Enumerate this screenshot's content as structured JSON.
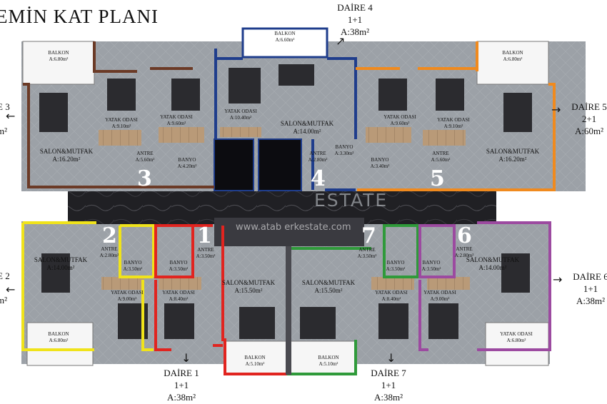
{
  "title": "EMİN KAT PLANI",
  "watermark": {
    "brand": "ESTATE",
    "url": "www.atab erkestate.com"
  },
  "colors": {
    "daire1": "#e1241f",
    "daire2": "#f0e31a",
    "daire3": "#6b3a26",
    "daire4": "#1f3d8c",
    "daire5": "#f08a1e",
    "daire6": "#9c4aa0",
    "daire7": "#2f9a3a",
    "corridor": "#1e1e22",
    "floor": "#9aa0a6"
  },
  "callouts": {
    "daire4": {
      "name": "DAİRE 4",
      "type": "1+1",
      "area": "A:38m²"
    },
    "daire5": {
      "name": "DAİRE 5",
      "type": "2+1",
      "area": "A:60m²"
    },
    "daire3": {
      "name": "E 3",
      "area": "m²"
    },
    "daire2": {
      "name": "E 2",
      "area": "m²"
    },
    "daire6": {
      "name": "DAİRE 6",
      "type": "1+1",
      "area": "A:38m²"
    },
    "daire1": {
      "name": "DAİRE 1",
      "type": "1+1",
      "area": "A:38m²"
    },
    "daire7": {
      "name": "DAİRE 7",
      "type": "1+1",
      "area": "A:38m²"
    }
  },
  "unit_numbers": {
    "u1": "1",
    "u2": "2",
    "u3": "3",
    "u4": "4",
    "u5": "5",
    "u6": "6",
    "u7": "7"
  },
  "rooms": {
    "d4_balkon": {
      "name": "BALKON",
      "area": "A:6.60m²"
    },
    "d3_balkon": {
      "name": "BALKON",
      "area": "A:6.80m²"
    },
    "d5_balkon": {
      "name": "BALKON",
      "area": "A:6.80m²"
    },
    "d3_yatak1": {
      "name": "YATAK ODASI",
      "area": "A:9.10m²"
    },
    "d3_yatak2": {
      "name": "YATAK ODASI",
      "area": "A:9.60m²"
    },
    "d4_yatak": {
      "name": "YATAK ODASI",
      "area": "A:10.40m²"
    },
    "d4_salon": {
      "name": "SALON&MUTFAK",
      "area": "A:14.00m²"
    },
    "d5_yatak1": {
      "name": "YATAK ODASI",
      "area": "A:9.60m²"
    },
    "d5_yatak2": {
      "name": "YATAK ODASI",
      "area": "A:9.10m²"
    },
    "d3_salon": {
      "name": "SALON&MUTFAK",
      "area": "A:16.20m²"
    },
    "d3_antre": {
      "name": "ANTRE",
      "area": "A:5.60m²"
    },
    "d3_banyo": {
      "name": "BANYO",
      "area": "A:4.20m²"
    },
    "d4_antre": {
      "name": "ANTRE",
      "area": "A:2.80m²"
    },
    "d4_banyo": {
      "name": "BANYO",
      "area": "A:3.30m²"
    },
    "d5_banyo": {
      "name": "BANYO",
      "area": "A:3.40m²"
    },
    "d5_antre": {
      "name": "ANTRE",
      "area": "A:5.60m²"
    },
    "d5_salon": {
      "name": "SALON&MUTFAK",
      "area": "A:16.20m²"
    },
    "d2_antre": {
      "name": "ANTRE",
      "area": "A:2.80m²"
    },
    "d2_salon": {
      "name": "SALON&MUTFAK",
      "area": "A:14.00m²"
    },
    "d2_banyo": {
      "name": "BANYO",
      "area": "A:3.50m²"
    },
    "d1_banyo": {
      "name": "BANYO",
      "area": "A:3.50m²"
    },
    "d1_antre": {
      "name": "ANTRE",
      "area": "A:3.50m²"
    },
    "d1_salon": {
      "name": "SALON&MUTFAK",
      "area": "A:15.50m²"
    },
    "d7_salon": {
      "name": "SALON&MUTFAK",
      "area": "A:15.50m²"
    },
    "d7_antre": {
      "name": "ANTRE",
      "area": "A:3.50m²"
    },
    "d7_banyo": {
      "name": "BANYO",
      "area": "A:3.50m²"
    },
    "d6_banyo": {
      "name": "BANYO",
      "area": "A:3.50m²"
    },
    "d6_antre": {
      "name": "ANTRE",
      "area": "A:2.80m²"
    },
    "d6_salon": {
      "name": "SALON&MUTFAK",
      "area": "A:14.00m²"
    },
    "d2_yatak": {
      "name": "YATAK ODASI",
      "area": "A:9.00m²"
    },
    "d1_yatak": {
      "name": "YATAK ODASI",
      "area": "A:8.40m²"
    },
    "d7_yatak": {
      "name": "YATAK ODASI",
      "area": "A:8.40m²"
    },
    "d6_yatak": {
      "name": "YATAK ODASI",
      "area": "A:9.00m²"
    },
    "d2_balkon": {
      "name": "BALKON",
      "area": "A:6.80m²"
    },
    "d1_balkon": {
      "name": "BALKON",
      "area": "A:5.10m²"
    },
    "d7_balkon": {
      "name": "BALKON",
      "area": "A:5.10m²"
    },
    "d6_balkon": {
      "name": "YATAK ODASI",
      "area": "A:6.80m²"
    }
  }
}
